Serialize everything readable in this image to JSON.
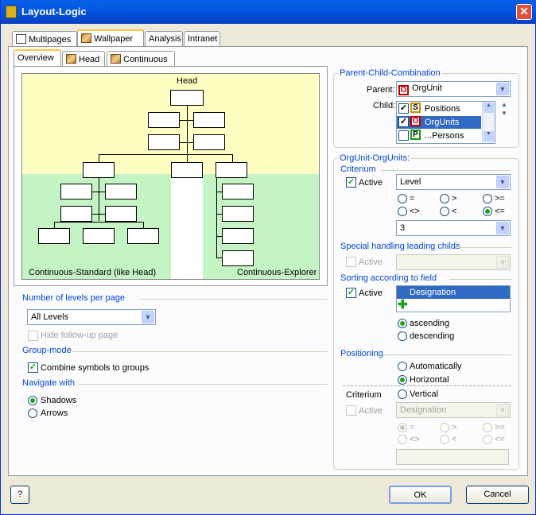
{
  "window": {
    "title": "Layout-Logic",
    "close": "✕"
  },
  "tabs": [
    "Multipages",
    "Wallpaper",
    "Analysis",
    "Intranet"
  ],
  "subtabs": [
    "Overview",
    "Head",
    "Continuous"
  ],
  "preview": {
    "head_label": "Head",
    "left_label": "Continuous-Standard (like Head)",
    "right_label": "Continuous-Explorer",
    "colors": {
      "head": "#ffffc4",
      "cont": "#c4f4c4"
    }
  },
  "levels": {
    "title": "Number of levels per page",
    "value": "All Levels",
    "hide_followup": "Hide follow-up page"
  },
  "groupmode": {
    "title": "Group-mode",
    "combine": "Combine symbols to groups"
  },
  "navigate": {
    "title": "Navigate with",
    "shadows": "Shadows",
    "arrows": "Arrows"
  },
  "pcc": {
    "title": "Parent-Child-Combination",
    "parent_label": "Parent:",
    "parent_badge": "O",
    "parent_value": "OrgUnit",
    "child_label": "Child:",
    "children": [
      {
        "badge": "S",
        "label": "Positions",
        "checked": true
      },
      {
        "badge": "O",
        "label": "OrgUnits",
        "checked": true,
        "selected": true
      },
      {
        "badge": "P",
        "label": "...Persons",
        "checked": false
      }
    ]
  },
  "ouou": {
    "title": "OrgUnit-OrgUnits:",
    "criterium": "Criterium",
    "active": "Active",
    "field": "Level",
    "ops": [
      "=",
      ">",
      ">=",
      "<>",
      "<",
      "<="
    ],
    "value": "3"
  },
  "special": {
    "title": "Special handling leading childs",
    "active": "Active"
  },
  "sorting": {
    "title": "Sorting according to field",
    "active": "Active",
    "item": "Designation",
    "asc": "ascending",
    "desc": "descending"
  },
  "positioning": {
    "title": "Positioning",
    "auto": "Automatically",
    "horiz": "Horizontal",
    "vert": "Vertical",
    "criterium": "Criterium",
    "active": "Active",
    "field": "Designation",
    "ops": [
      "=",
      ">",
      ">=",
      "<>",
      "<",
      "<="
    ]
  },
  "buttons": {
    "help": "?",
    "ok": "OK",
    "cancel": "Cancel"
  }
}
